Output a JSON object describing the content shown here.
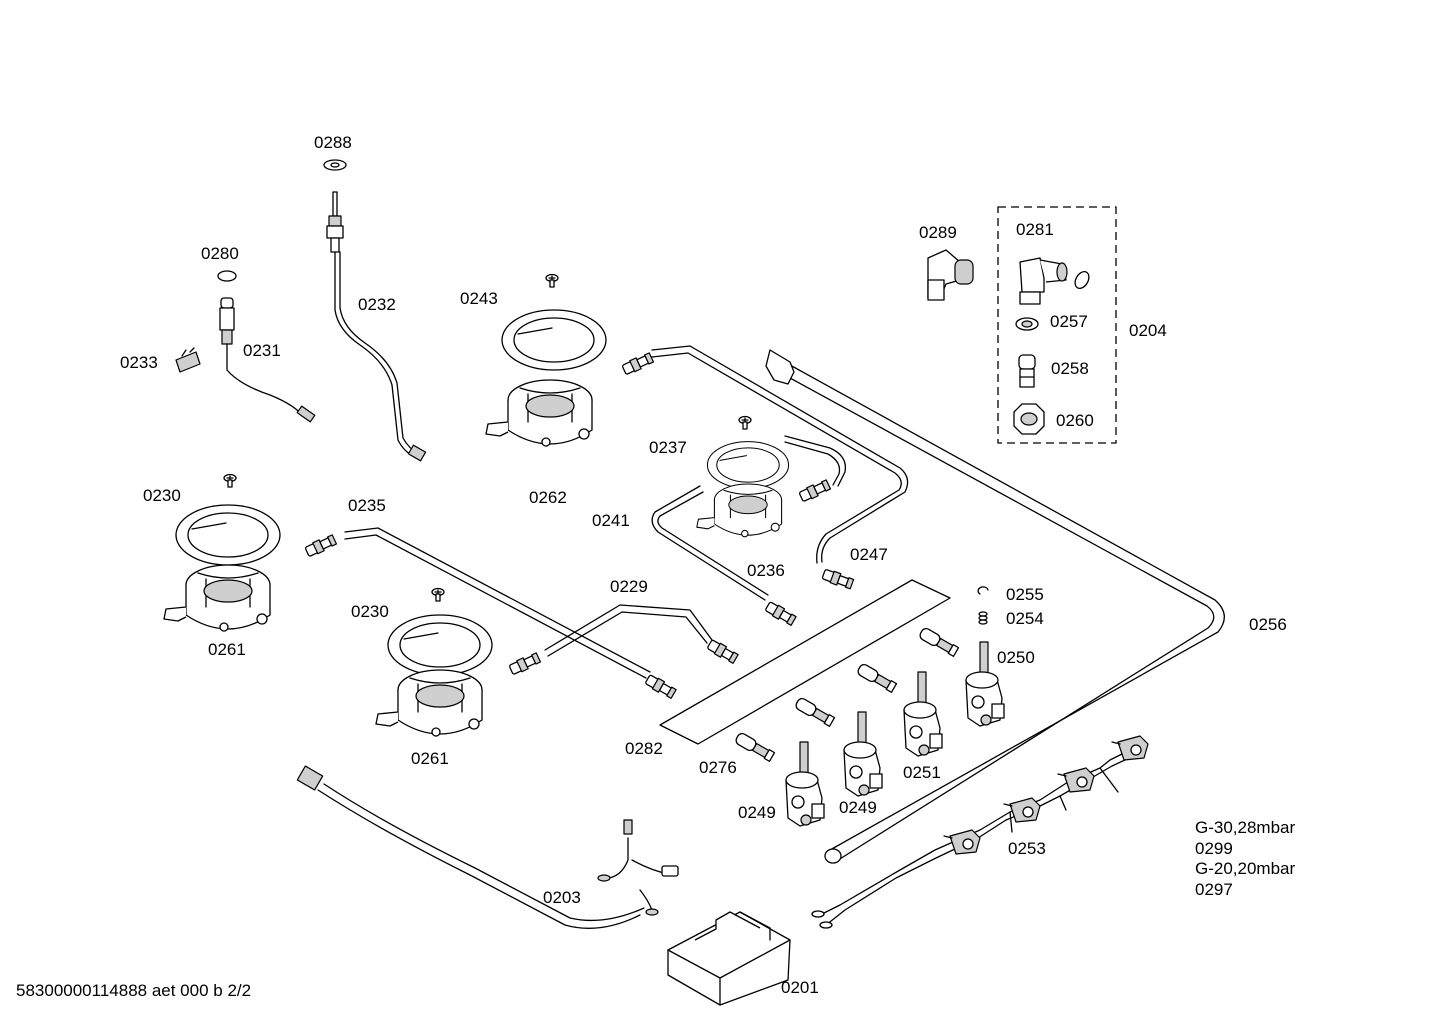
{
  "labels": {
    "p0288": "0288",
    "p0280": "0280",
    "p0232": "0232",
    "p0231": "0231",
    "p0233": "0233",
    "p0243": "0243",
    "p0262": "0262",
    "p0237": "0237",
    "p0241": "0241",
    "p0236": "0236",
    "p0247": "0247",
    "p0230a": "0230",
    "p0230b": "0230",
    "p0235": "0235",
    "p0229": "0229",
    "p0261a": "0261",
    "p0261b": "0261",
    "p0282": "0282",
    "p0276": "0276",
    "p0249a": "0249",
    "p0249b": "0249",
    "p0251": "0251",
    "p0250": "0250",
    "p0255": "0255",
    "p0254": "0254",
    "p0256": "0256",
    "p0289": "0289",
    "p0281": "0281",
    "p0257": "0257",
    "p0258": "0258",
    "p0260": "0260",
    "p0204": "0204",
    "p0253": "0253",
    "p0203": "0203",
    "p0201": "0201"
  },
  "gas_note": [
    "G-30,28mbar",
    "0299",
    "G-20,20mbar",
    "0297"
  ],
  "footer": "58300000114888 aet 000 b 2/2"
}
